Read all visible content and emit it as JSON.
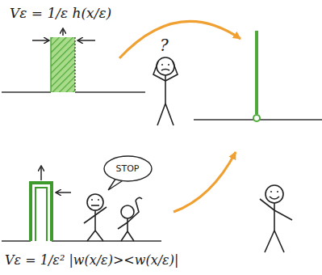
{
  "diagram": {
    "nodes": [
      {
        "text": [
          "STOP"
        ]
      }
    ],
    "labels": [
      "Vε = 1/ε h(x/ε)",
      "?",
      "Vε = 1/ε² |w(x/ε)><w(x/ε)|"
    ]
  }
}
